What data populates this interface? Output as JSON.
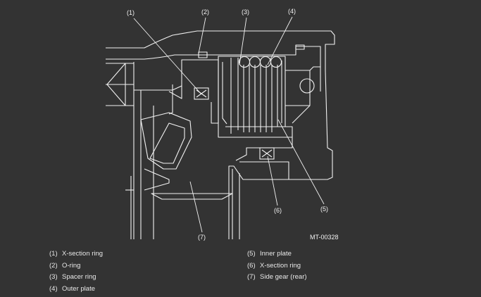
{
  "figure_code": "MT-00328",
  "callouts": [
    "(1)",
    "(2)",
    "(3)",
    "(4)",
    "(5)",
    "(6)",
    "(7)"
  ],
  "legend": {
    "left": [
      {
        "num": "(1)",
        "label": "X-section ring"
      },
      {
        "num": "(2)",
        "label": "O-ring"
      },
      {
        "num": "(3)",
        "label": "Spacer ring"
      },
      {
        "num": "(4)",
        "label": "Outer plate"
      }
    ],
    "right": [
      {
        "num": "(5)",
        "label": "Inner plate"
      },
      {
        "num": "(6)",
        "label": "X-section ring"
      },
      {
        "num": "(7)",
        "label": "Side gear (rear)"
      }
    ]
  },
  "colors": {
    "background": "#333333",
    "line": "#f2f2f2",
    "text": "#e8e8e8"
  }
}
